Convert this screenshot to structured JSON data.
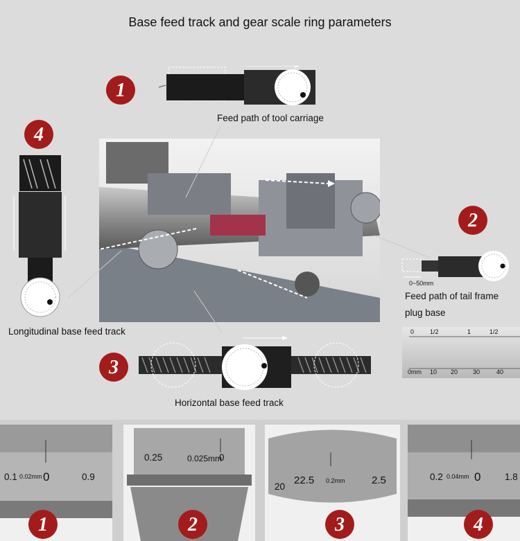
{
  "title": "Base feed track and gear scale ring parameters",
  "callouts": {
    "c1": {
      "number": "1",
      "label": "Feed path of tool carriage"
    },
    "c2": {
      "number": "2",
      "label_line1": "Feed path of tail frame",
      "label_line2": "plug base",
      "range": "0~50mm"
    },
    "c3": {
      "number": "3",
      "label": "Horizontal base feed track"
    },
    "c4": {
      "number": "4",
      "label": "Longitudinal base feed track"
    }
  },
  "ruler": {
    "top_marks": [
      "0",
      "1/2",
      "1",
      "1/2"
    ],
    "bottom_marks": [
      "0mm",
      "10",
      "20",
      "30",
      "40"
    ]
  },
  "dials": [
    {
      "number": "1",
      "left": "0.1",
      "mid": "0.02mm",
      "zero": "0",
      "right": "0.9"
    },
    {
      "number": "2",
      "left": "0.25",
      "mid": "0.025mm",
      "zero": "0"
    },
    {
      "number": "3",
      "left": "20",
      "leftb": "22.5",
      "mid": "0.2mm",
      "right": "2.5"
    },
    {
      "number": "4",
      "left": "0.2",
      "mid": "0.04mm",
      "zero": "0",
      "right": "1.8"
    }
  ],
  "colors": {
    "badge_red": "#a31c1c",
    "dark": "#222222",
    "metal": "#9a9a9a"
  }
}
